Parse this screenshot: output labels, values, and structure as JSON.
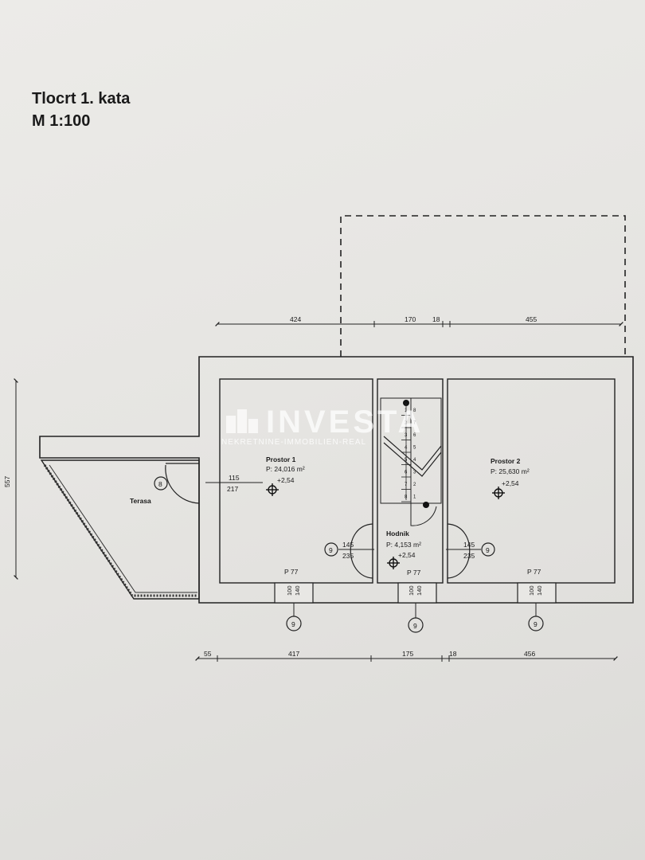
{
  "title": {
    "line1": "Tlocrt 1. kata",
    "line2": "M 1:100"
  },
  "watermark": {
    "name": "INVESTA",
    "subtitle": "NEKRETNINE-IMMOBILIEN-REAL"
  },
  "rooms": {
    "prostor1": {
      "name": "Prostor 1",
      "area": "P: 24,016 m²",
      "level": "+2,54"
    },
    "prostor2": {
      "name": "Prostor 2",
      "area": "P: 25,630 m²",
      "level": "+2,54"
    },
    "hodnik": {
      "name": "Hodnik",
      "area": "P: 4,153 m²",
      "level": "+2,54"
    },
    "terasa": {
      "name": "Terasa"
    }
  },
  "dimensions": {
    "top": [
      "424",
      "170",
      "18",
      "455"
    ],
    "bottom": [
      "55",
      "417",
      "175",
      "18",
      "456"
    ],
    "left": "557"
  },
  "openings": {
    "door_terasa": {
      "tag": "8",
      "width": "115",
      "height": "217"
    },
    "door_left": {
      "tag": "9",
      "width": "145",
      "height": "235"
    },
    "door_right": {
      "tag": "9",
      "width": "145",
      "height": "235"
    },
    "window_label": "P 77",
    "window_tag": "9",
    "window_width": "100",
    "window_height": "140"
  },
  "stairs": {
    "steps_top": [
      "1",
      "2",
      "3",
      "4",
      "5",
      "6",
      "7",
      "8"
    ],
    "steps_bottom": [
      "8",
      "7",
      "6",
      "5",
      "4",
      "3",
      "2",
      "1"
    ]
  }
}
